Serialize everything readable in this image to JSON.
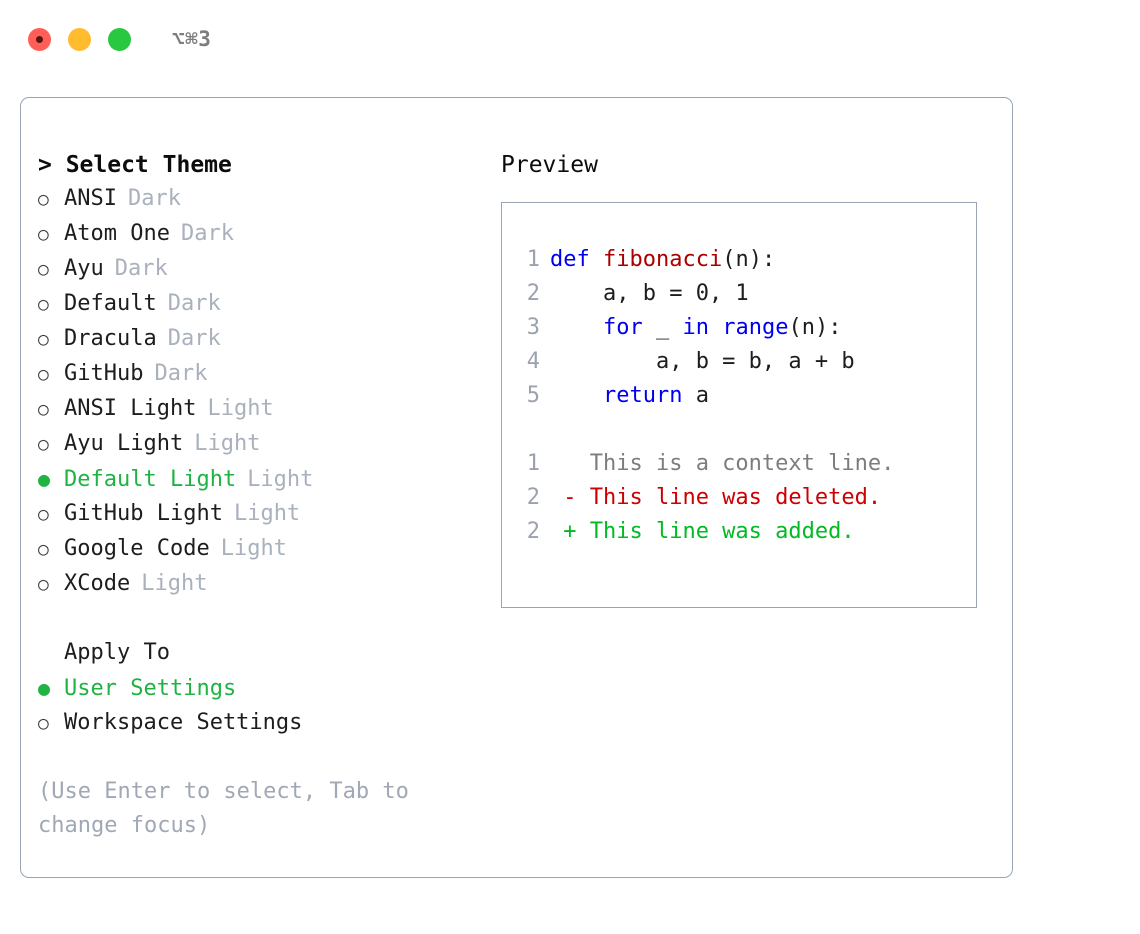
{
  "titlebar": {
    "buttons": [
      "close",
      "minimize",
      "maximize"
    ],
    "shortcut": "⌥⌘3"
  },
  "theme_picker": {
    "header": "> Select Theme",
    "selected_marker": "●",
    "unselected_marker": "○",
    "selected_color": "#1fb344",
    "tag_color": "#a9b1bd",
    "items": [
      {
        "label": "ANSI",
        "tag": "Dark",
        "selected": false
      },
      {
        "label": "Atom One",
        "tag": "Dark",
        "selected": false
      },
      {
        "label": "Ayu",
        "tag": "Dark",
        "selected": false
      },
      {
        "label": "Default",
        "tag": "Dark",
        "selected": false
      },
      {
        "label": "Dracula",
        "tag": "Dark",
        "selected": false
      },
      {
        "label": "GitHub",
        "tag": "Dark",
        "selected": false
      },
      {
        "label": "ANSI Light",
        "tag": "Light",
        "selected": false
      },
      {
        "label": "Ayu Light",
        "tag": "Light",
        "selected": false
      },
      {
        "label": "Default Light",
        "tag": "Light",
        "selected": true
      },
      {
        "label": "GitHub Light",
        "tag": "Light",
        "selected": false
      },
      {
        "label": "Google Code",
        "tag": "Light",
        "selected": false
      },
      {
        "label": "XCode",
        "tag": "Light",
        "selected": false
      }
    ]
  },
  "apply_to": {
    "header": "Apply To",
    "items": [
      {
        "label": "User Settings",
        "selected": true
      },
      {
        "label": "Workspace Settings",
        "selected": false
      }
    ]
  },
  "hint": "(Use Enter to select, Tab to change focus)",
  "preview": {
    "title": "Preview",
    "code_lines": [
      {
        "no": "1",
        "tokens": [
          {
            "t": "def ",
            "c": "kw"
          },
          {
            "t": "fibonacci",
            "c": "fn"
          },
          {
            "t": "(n):",
            "c": "pl"
          }
        ]
      },
      {
        "no": "2",
        "tokens": [
          {
            "t": "    a, b = 0, 1",
            "c": "pl"
          }
        ]
      },
      {
        "no": "3",
        "tokens": [
          {
            "t": "    ",
            "c": "pl"
          },
          {
            "t": "for",
            "c": "kw"
          },
          {
            "t": " _ ",
            "c": "pl"
          },
          {
            "t": "in",
            "c": "kw"
          },
          {
            "t": " ",
            "c": "pl"
          },
          {
            "t": "range",
            "c": "kw"
          },
          {
            "t": "(n):",
            "c": "pl"
          }
        ]
      },
      {
        "no": "4",
        "tokens": [
          {
            "t": "        a, b = b, a + b",
            "c": "pl"
          }
        ]
      },
      {
        "no": "5",
        "tokens": [
          {
            "t": "    ",
            "c": "pl"
          },
          {
            "t": "return",
            "c": "kw"
          },
          {
            "t": " a",
            "c": "pl"
          }
        ]
      }
    ],
    "diff_lines": [
      {
        "no": "1",
        "tokens": [
          {
            "t": "   This is a context line.",
            "c": "ctx"
          }
        ]
      },
      {
        "no": "2",
        "tokens": [
          {
            "t": " - This line was deleted.",
            "c": "del"
          }
        ]
      },
      {
        "no": "2",
        "tokens": [
          {
            "t": " + This line was added.",
            "c": "add"
          }
        ]
      }
    ]
  }
}
